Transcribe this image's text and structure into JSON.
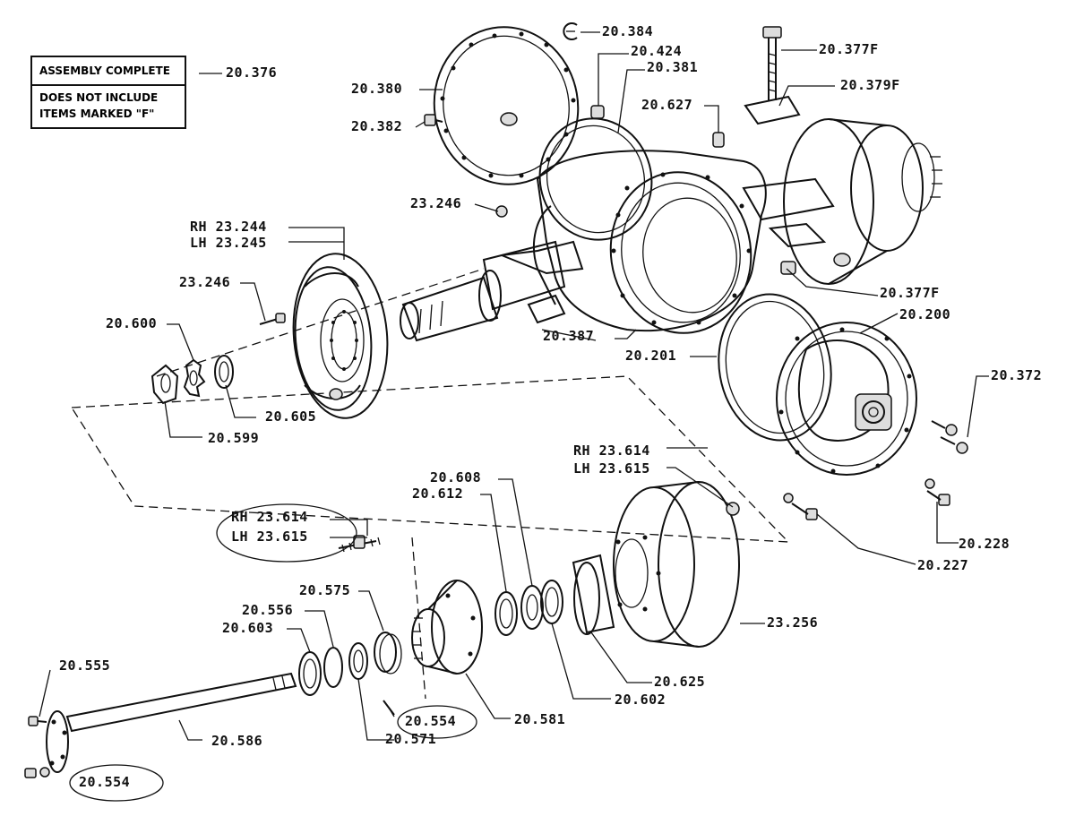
{
  "note": {
    "line1": "ASSEMBLY COMPLETE",
    "line2": "DOES NOT INCLUDE",
    "line3": "ITEMS MARKED \"F\""
  },
  "labels": {
    "l20376": "20.376",
    "l20384": "20.384",
    "l20424": "20.424",
    "l20381": "20.381",
    "l20380": "20.380",
    "l20382": "20.382",
    "l20377F_top": "20.377F",
    "l20379F": "20.379F",
    "l20627": "20.627",
    "l23246_top": "23.246",
    "rh23244": "RH 23.244",
    "lh23245": "LH 23.245",
    "l23246_mid": "23.246",
    "l20377F_mid": "20.377F",
    "l20200": "20.200",
    "l20387": "20.387",
    "l20600": "20.600",
    "l20201": "20.201",
    "l20372": "20.372",
    "l20605": "20.605",
    "l20599": "20.599",
    "rh23614_right": "RH 23.614",
    "lh23615_right": "LH 23.615",
    "l20608": "20.608",
    "l20612": "20.612",
    "rh23614_left": "RH 23.614",
    "lh23615_left": "LH 23.615",
    "l20228": "20.228",
    "l20227": "20.227",
    "l20575": "20.575",
    "l20556": "20.556",
    "l20603": "20.603",
    "l23256": "23.256",
    "l20555": "20.555",
    "l20625": "20.625",
    "l20602": "20.602",
    "l20554_mid": "20.554",
    "l20581": "20.581",
    "l20586": "20.586",
    "l20571": "20.571",
    "l20554_bottom": "20.554"
  }
}
